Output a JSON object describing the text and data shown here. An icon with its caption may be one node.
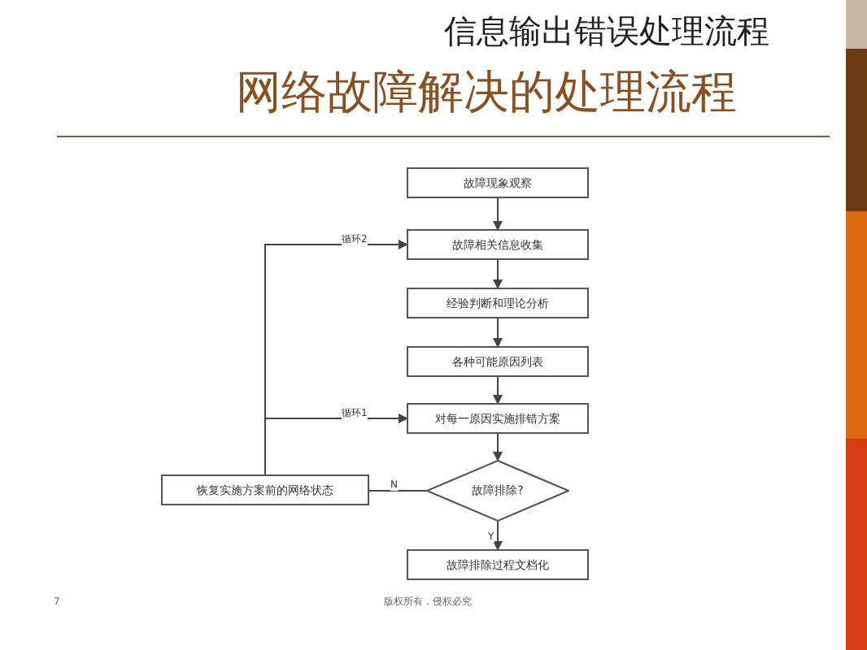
{
  "diagram": {
    "title": "网络故障解决的处理流程",
    "nodes": [
      {
        "text": [
          "故障现象观察"
        ]
      },
      {
        "text": [
          "故障相关信息收集"
        ]
      },
      {
        "text": [
          "经验判断和理论分析"
        ]
      },
      {
        "text": [
          "各种可能原因列表"
        ]
      },
      {
        "text": [
          "对每一原因实施排错方案"
        ]
      },
      {
        "text": [
          "故障排除?"
        ]
      },
      {
        "text": [
          "恢复实施方案前的网络状态"
        ]
      },
      {
        "text": [
          "故障排除过程文档化"
        ]
      }
    ],
    "edges": [
      {
        "from": 0,
        "to": 1,
        "arrow": "to"
      },
      {
        "from": 1,
        "to": 2,
        "arrow": "to"
      },
      {
        "from": 2,
        "to": 3,
        "arrow": "to"
      },
      {
        "from": 3,
        "to": 4,
        "arrow": "to"
      },
      {
        "from": 4,
        "to": 5,
        "arrow": "to"
      },
      {
        "from": 5,
        "to": 6,
        "arrow": "none",
        "label": "N"
      },
      {
        "from": 6,
        "to": 4,
        "arrow": "to",
        "label": "循环1"
      },
      {
        "from": 6,
        "to": 1,
        "arrow": "to",
        "label": "循环2"
      },
      {
        "from": 5,
        "to": 7,
        "arrow": "to",
        "label": "Y"
      }
    ],
    "labels": [
      "信息输出错误处理流程",
      "版权所有，侵权必究",
      "7"
    ]
  }
}
